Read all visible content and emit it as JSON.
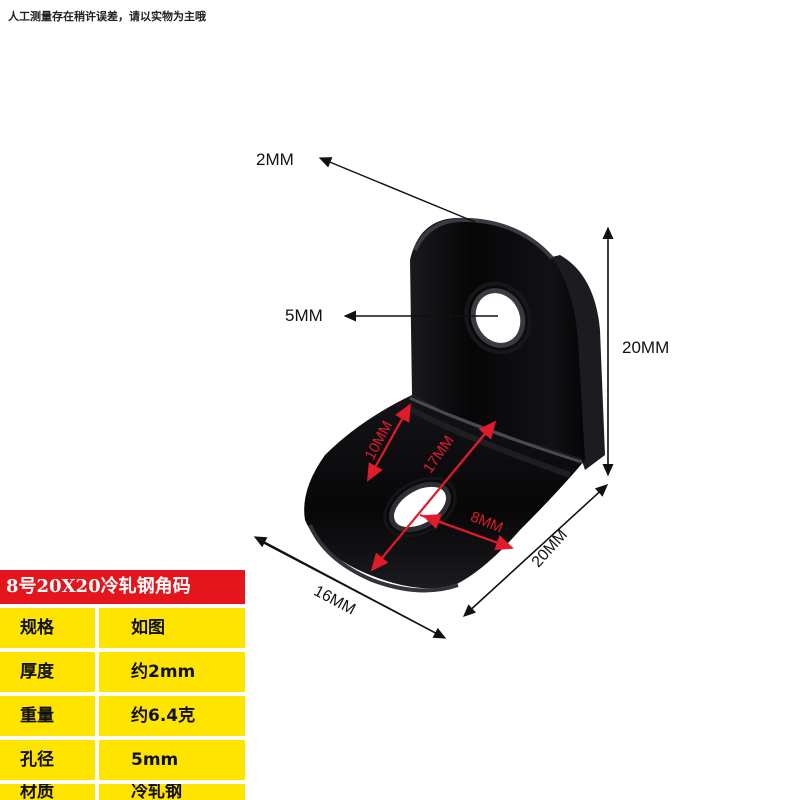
{
  "disclaimer": "人工测量存在稍许误差，请以实物为主哦",
  "dimensions": {
    "thickness": "2MM",
    "hole_diameter": "5MM",
    "height": "20MM",
    "width_right": "20MM",
    "length_left": "16MM",
    "red_short": "10MM",
    "red_long": "17MM",
    "red_hole": "8MM"
  },
  "spec": {
    "title": "8号20X20冷轧钢角码",
    "rows": [
      {
        "key": "规格",
        "value": "如图"
      },
      {
        "key": "厚度",
        "value": "约2mm"
      },
      {
        "key": "重量",
        "value": "约6.4克"
      },
      {
        "key": "孔径",
        "value": "5mm"
      },
      {
        "key": "材质",
        "value": "冷轧钢"
      }
    ]
  },
  "colors": {
    "bracket": "#0b0b0d",
    "title_bg": "#e5151d",
    "row_bg": "#ffe400",
    "dimension_red": "#e11b2b"
  }
}
